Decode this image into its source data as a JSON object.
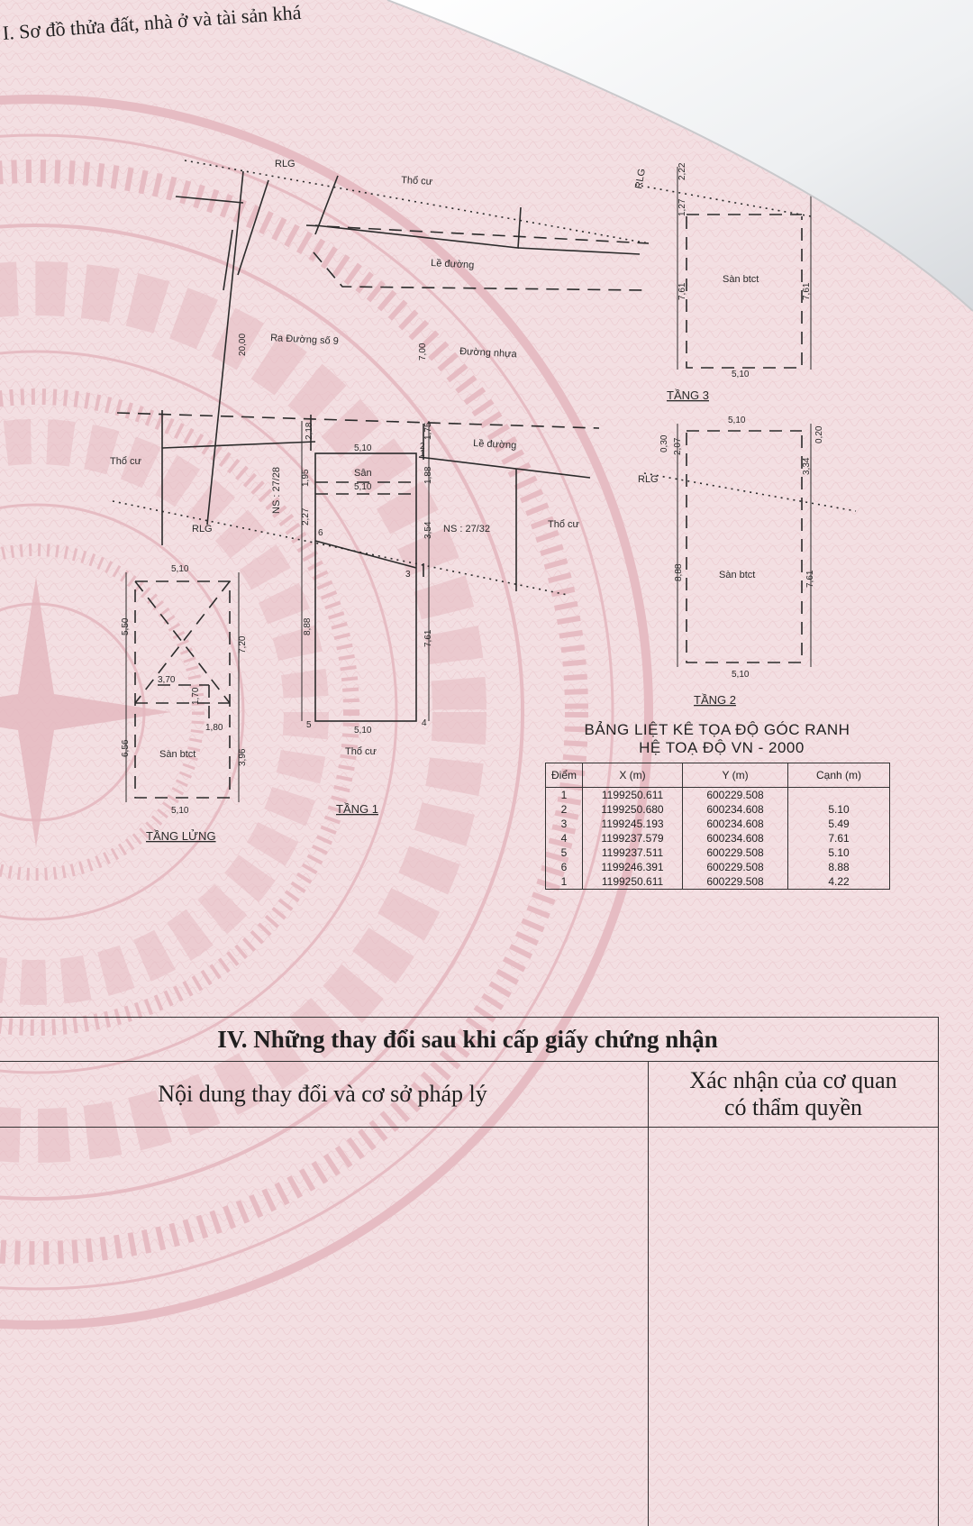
{
  "section_title": "I. Sơ đồ thửa đất, nhà ở và tài sản khá",
  "plan": {
    "street_labels": {
      "rlg": "RLG",
      "tho_cu": "Thổ cư",
      "le_duong": "Lề đường",
      "ra_duong": "Ra Đường số 9",
      "duong_nhua": "Đường nhựa",
      "san": "Sân",
      "san_btct": "Sàn btct",
      "ns_left": "NS : 27/28",
      "ns_main": "NS : 27/32"
    },
    "floor_labels": {
      "tang1": "TẦNG 1",
      "tang2": "TẦNG 2",
      "tang3": "TẦNG 3",
      "tang_lung": "TẦNG LỬNG"
    },
    "points": [
      "1",
      "2",
      "3",
      "4",
      "5",
      "6"
    ],
    "dimensions": {
      "d_510": "5,10",
      "d_2000": "20,00",
      "d_700": "7,00",
      "d_218": "2,18",
      "d_175": "1,75",
      "d_195": "1,95",
      "d_227": "2,27",
      "d_188": "1,88",
      "d_354": "3,54",
      "d_888": "8,88",
      "d_761": "7,61",
      "d_720": "7,20",
      "d_550": "5,50",
      "d_370": "3,70",
      "d_170": "1,70",
      "d_180": "1,80",
      "d_656": "6,56",
      "d_396": "3,96",
      "d_127": "1,27",
      "d_222": "2,22",
      "d_030": "0,30",
      "d_207": "2,07",
      "d_020": "0,20",
      "d_334": "3,34"
    }
  },
  "coord_table": {
    "title_line1": "BẢNG LIỆT KÊ TỌA ĐỘ GÓC RANH",
    "title_line2": "HỆ TOẠ ĐỘ VN - 2000",
    "headers": {
      "point": "Điểm",
      "x": "X (m)",
      "y": "Y (m)",
      "edge": "Cạnh (m)"
    },
    "rows": [
      {
        "point": "1",
        "x": "1199250.611",
        "y": "600229.508",
        "edge": ""
      },
      {
        "point": "2",
        "x": "1199250.680",
        "y": "600234.608",
        "edge": "5.10"
      },
      {
        "point": "3",
        "x": "1199245.193",
        "y": "600234.608",
        "edge": "5.49"
      },
      {
        "point": "4",
        "x": "1199237.579",
        "y": "600234.608",
        "edge": "7.61"
      },
      {
        "point": "5",
        "x": "1199237.511",
        "y": "600229.508",
        "edge": "5.10"
      },
      {
        "point": "6",
        "x": "1199246.391",
        "y": "600229.508",
        "edge": "8.88"
      },
      {
        "point": "1",
        "x": "1199250.611",
        "y": "600229.508",
        "edge": "4.22"
      }
    ]
  },
  "changes": {
    "heading": "IV. Những thay đổi sau khi cấp giấy chứng nhận",
    "col_content": "Nội dung thay đổi và cơ sở pháp lý",
    "col_confirm_line1": "Xác nhận của cơ quan",
    "col_confirm_line2": "có thẩm quyền"
  },
  "colors": {
    "paper": "#f3dfe2",
    "pattern": "#e7bfc5",
    "ink": "#2b2b2b"
  }
}
